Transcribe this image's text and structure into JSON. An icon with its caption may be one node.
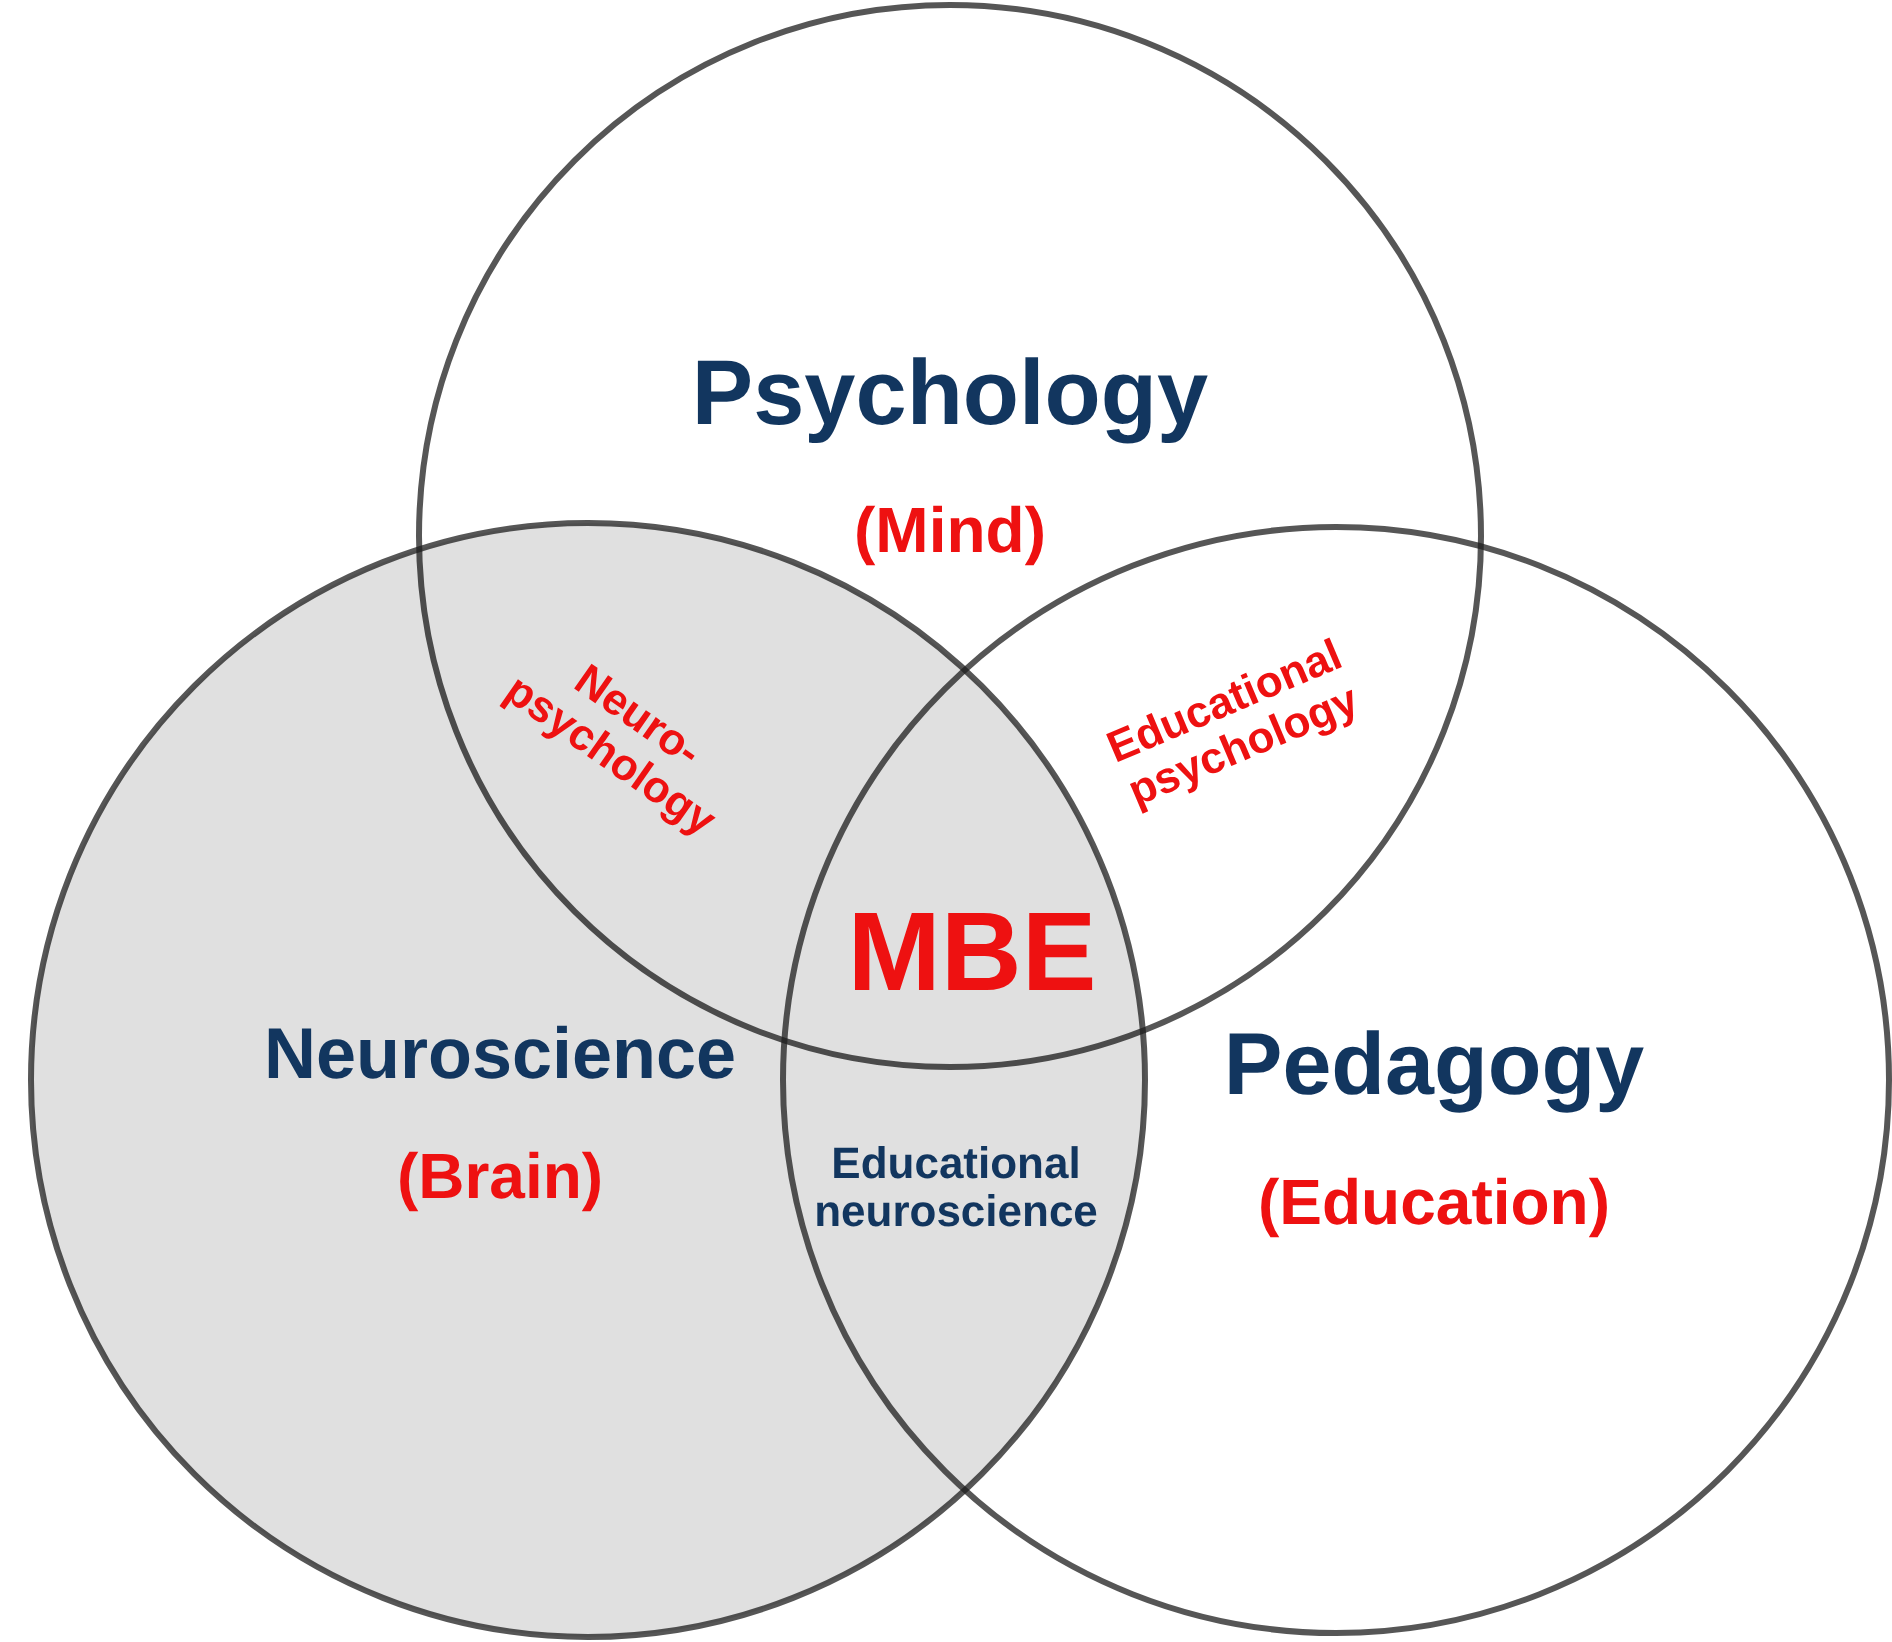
{
  "diagram": {
    "nodes": [
      {
        "text": [
          "Psychology",
          "(Mind)"
        ]
      },
      {
        "text": [
          "Neuroscience",
          "(Brain)"
        ]
      },
      {
        "text": [
          "Pedagogy",
          "(Education)"
        ]
      }
    ],
    "labels": [
      "Neuro- psychology",
      "Educational psychology",
      "MBE",
      "Educational neuroscience"
    ]
  }
}
